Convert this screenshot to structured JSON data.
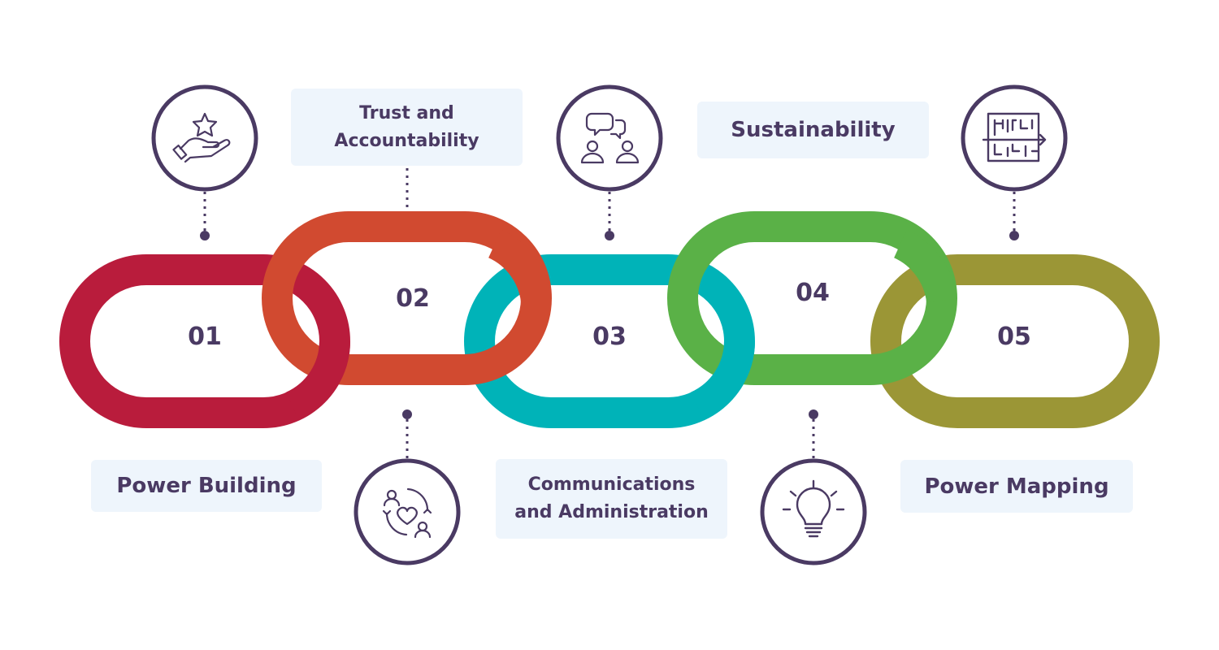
{
  "colors": {
    "link1": "#b91c3c",
    "link2": "#d14a30",
    "link3": "#00b3b8",
    "link4": "#5ab147",
    "link5": "#9b9636",
    "ink": "#4a3a63",
    "box": "#eef5fc"
  },
  "links": [
    {
      "number": "01",
      "label": "Power Building",
      "icon": "hand-star-icon"
    },
    {
      "number": "02",
      "label_line1": "Trust and",
      "label_line2": "Accountability",
      "icon": "heart-people-cycle-icon"
    },
    {
      "number": "03",
      "label_line1": "Communications",
      "label_line2": "and Administration",
      "icon": "conversation-people-icon"
    },
    {
      "number": "04",
      "label": "Sustainability",
      "icon": "lightbulb-icon"
    },
    {
      "number": "05",
      "label": "Power Mapping",
      "icon": "maze-arrow-icon"
    }
  ]
}
